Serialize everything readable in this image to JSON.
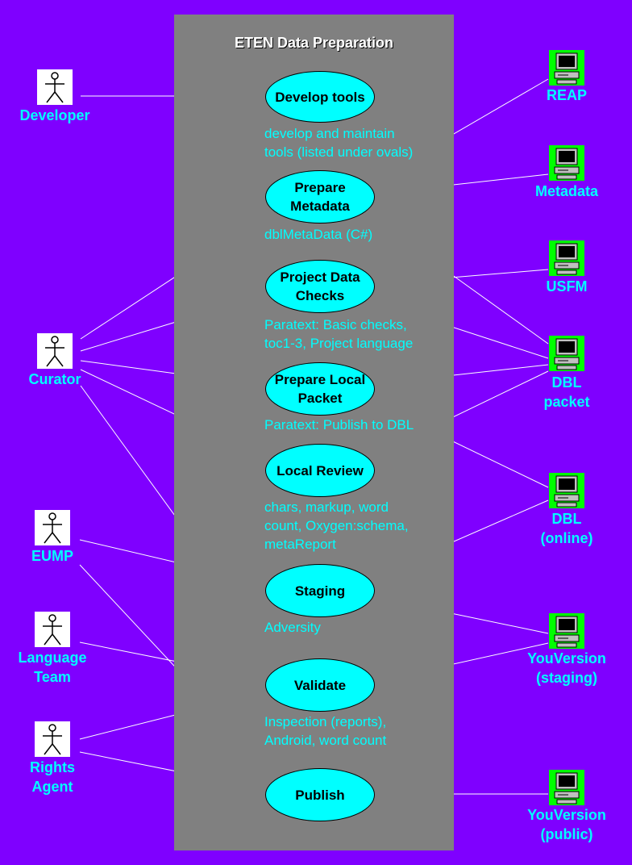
{
  "diagram": {
    "title": "ETEN Data Preparation",
    "use_cases": [
      {
        "label": "Develop tools",
        "note": "develop and maintain\ntools (listed under ovals)"
      },
      {
        "label": "Prepare\nMetadata",
        "note": "dblMetaData (C#)"
      },
      {
        "label": "Project Data\nChecks",
        "note": "Paratext: Basic checks,\ntoc1-3, Project language"
      },
      {
        "label": "Prepare Local\nPacket",
        "note": "Paratext: Publish to DBL"
      },
      {
        "label": "Local Review",
        "note": "chars, markup, word\ncount, Oxygen:schema,\nmetaReport"
      },
      {
        "label": "Staging",
        "note": "Adversity"
      },
      {
        "label": "Validate",
        "note": "Inspection (reports),\nAndroid, word count"
      },
      {
        "label": "Publish",
        "note": ""
      }
    ],
    "actors": [
      {
        "label": "Developer"
      },
      {
        "label": "Curator"
      },
      {
        "label": "EUMP"
      },
      {
        "label": "Language\nTeam"
      },
      {
        "label": "Rights\nAgent"
      }
    ],
    "systems": [
      {
        "label": "REAP"
      },
      {
        "label": "Metadata"
      },
      {
        "label": "USFM"
      },
      {
        "label": "DBL\npacket"
      },
      {
        "label": "DBL\n(online)"
      },
      {
        "label": "YouVersion\n(staging)"
      },
      {
        "label": "YouVersion\n(public)"
      }
    ]
  },
  "colors": {
    "background": "#7f00ff",
    "boundary": "#808080",
    "use_case_fill": "#00ffff",
    "label_text": "#00ffff",
    "system_icon": "#00ff00"
  },
  "icons": {
    "actor": "stick-figure-icon",
    "system": "computer-icon"
  }
}
